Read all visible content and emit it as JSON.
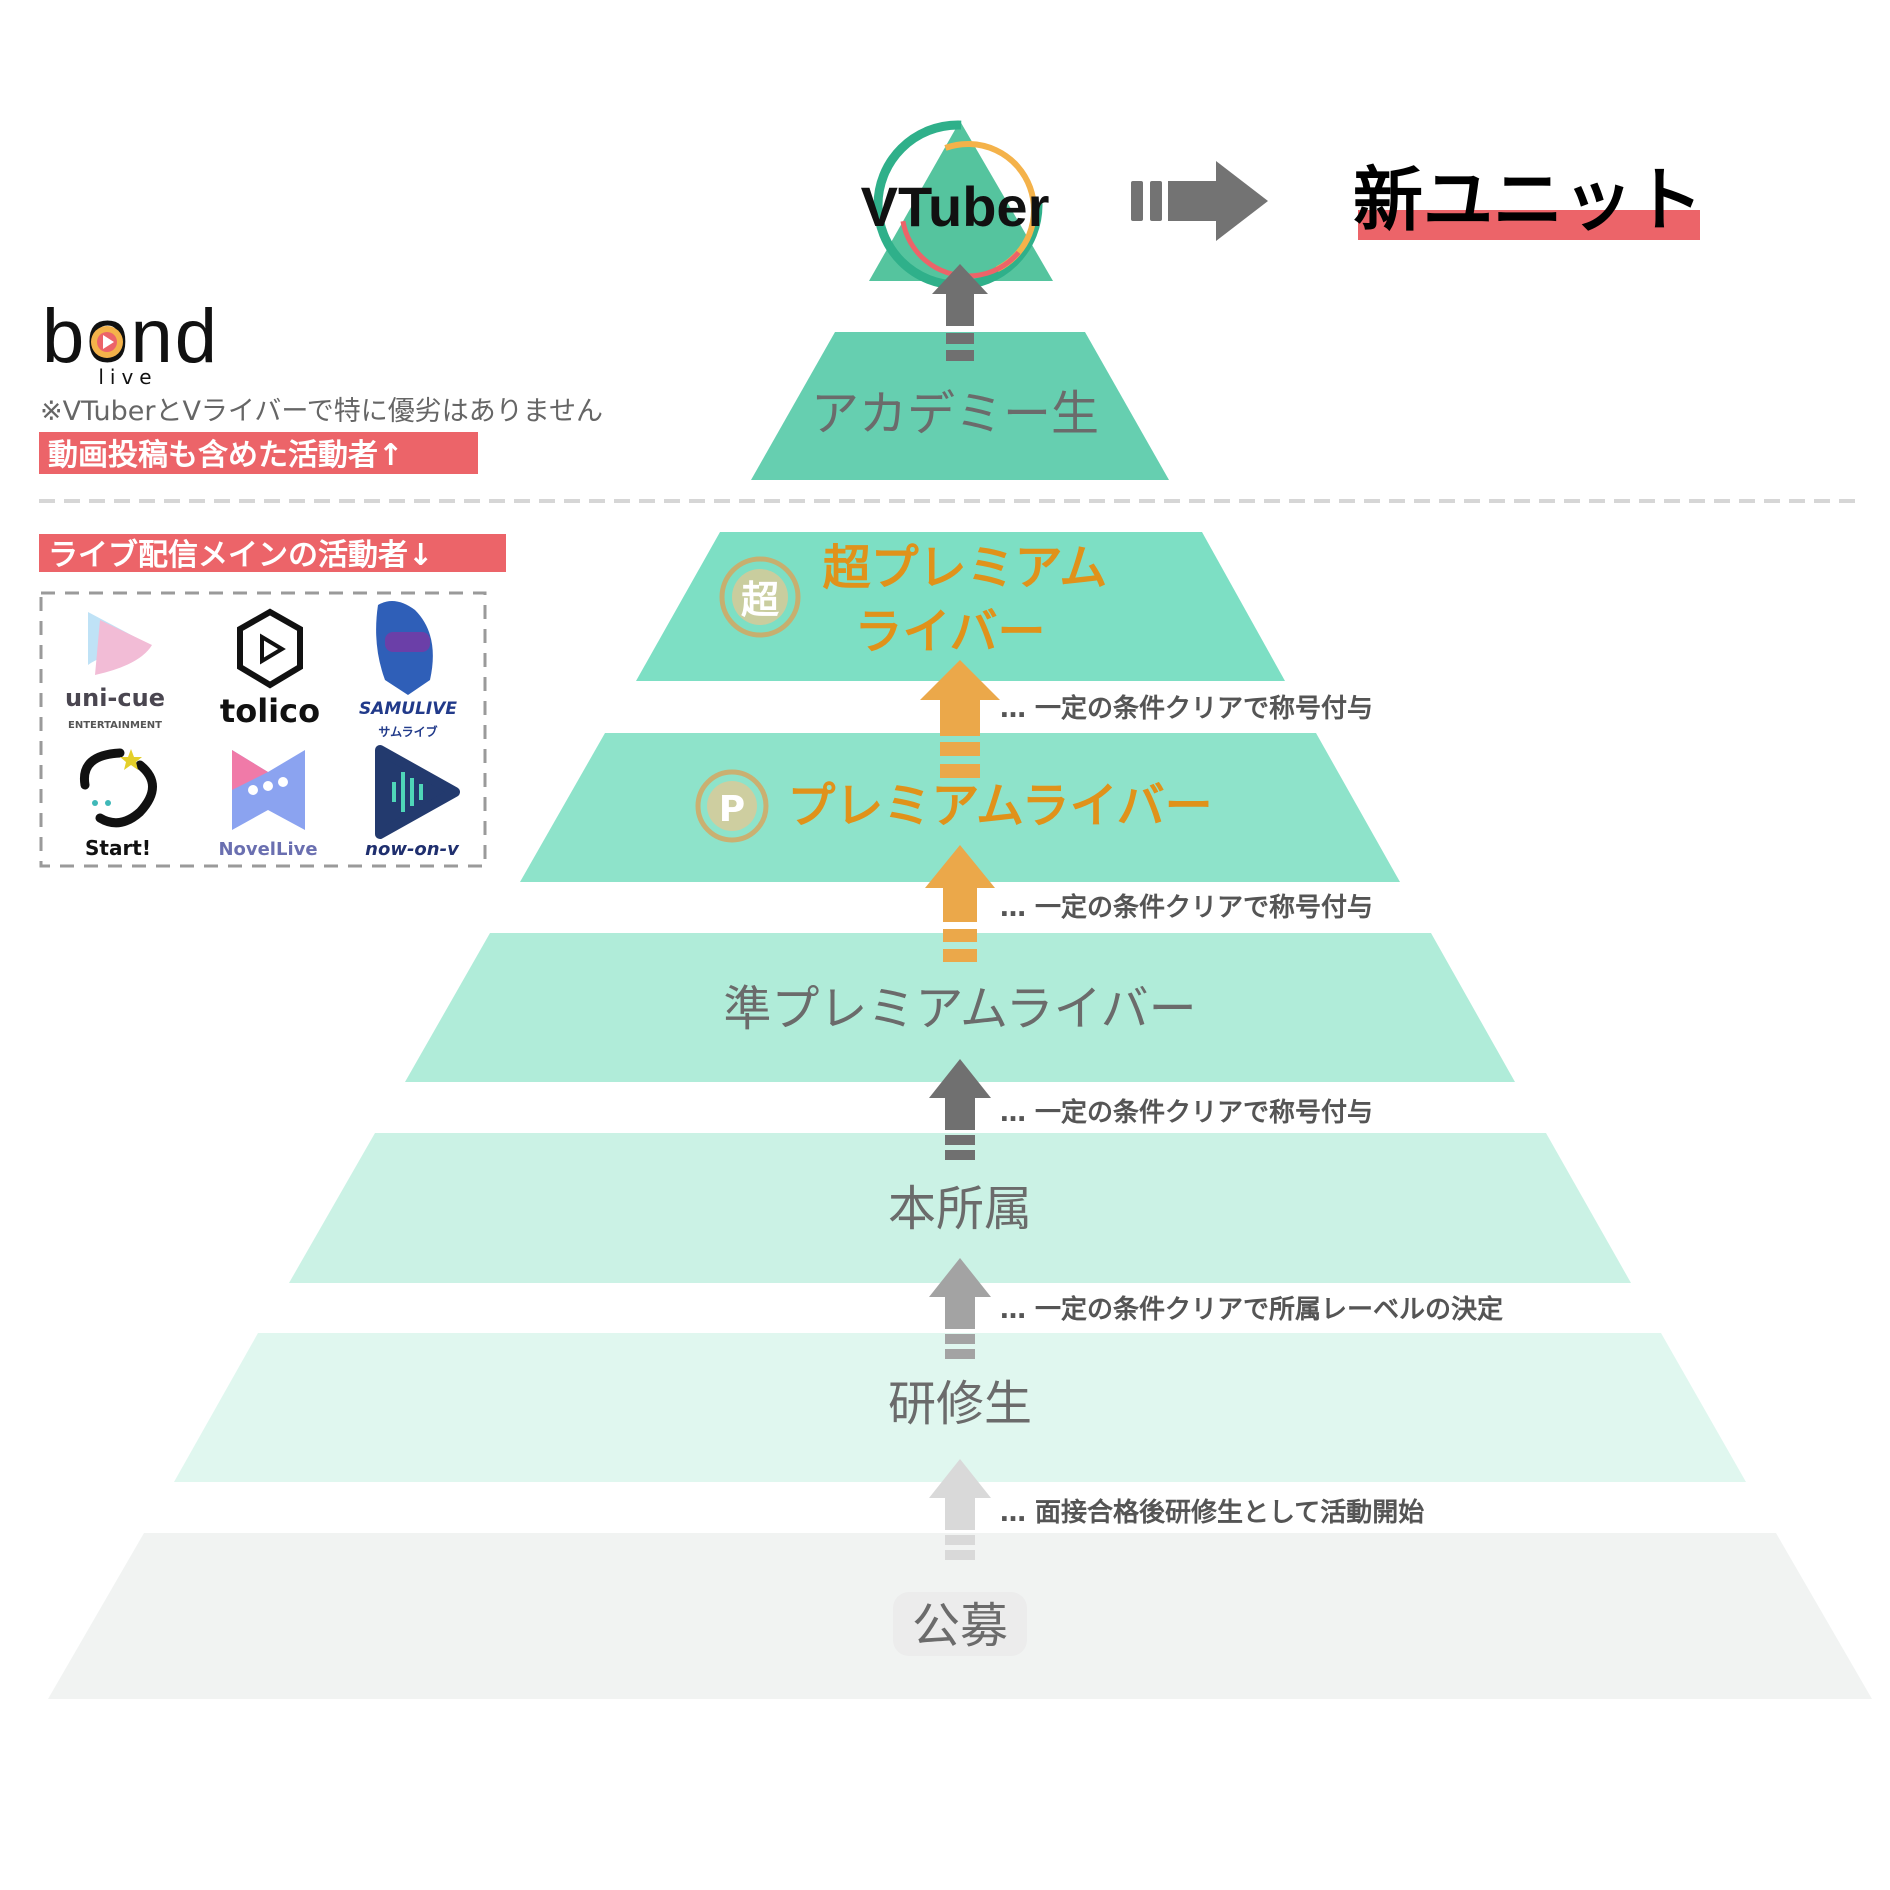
{
  "header": {
    "top_label": "VTuber",
    "new_unit": "新ユニット"
  },
  "left_panel": {
    "logo_main": "bond",
    "logo_sub": "live",
    "note": "※VTuberとVライバーで特に優劣はありません",
    "badge_upper": "動画投稿も含めた活動者↑",
    "badge_lower": "ライブ配信メインの活動者↓",
    "partner_logos": [
      {
        "name": "uni-cue",
        "sub": "ENTERTAINMENT"
      },
      {
        "name": "tolico"
      },
      {
        "name": "SAMULIVE",
        "sub": "サムライブ"
      },
      {
        "name": "Start!"
      },
      {
        "name": "NovelLive"
      },
      {
        "name": "now-on-v"
      }
    ]
  },
  "tiers": [
    {
      "label": "アカデミー生",
      "color": "#66cfb0"
    },
    {
      "label_line1": "超プレミアム",
      "label_line2": "ライバー",
      "emblem": "超",
      "color": "#7ddfc4"
    },
    {
      "label": "プレミアムライバー",
      "emblem": "P",
      "color": "#8ee3ca"
    },
    {
      "label": "準プレミアムライバー",
      "color": "#b0ecd9"
    },
    {
      "label": "本所属",
      "color": "#cbf2e5"
    },
    {
      "label": "研修生",
      "color": "#e0f7ef"
    },
    {
      "label": "公募",
      "color": "#f1f3f2"
    }
  ],
  "steps": [
    {
      "text": "… 一定の条件クリアで称号付与"
    },
    {
      "text": "… 一定の条件クリアで称号付与"
    },
    {
      "text": "… 一定の条件クリアで称号付与"
    },
    {
      "text": "… 一定の条件クリアで所属レーベルの決定"
    },
    {
      "text": "… 面接合格後研修生として活動開始"
    }
  ],
  "colors": {
    "accent_red": "#ec6469",
    "gold": "#e0921a",
    "arrow_orange": "#eba84a",
    "arrow_dark": "#707070",
    "arrow_mid": "#a3a3a3",
    "arrow_light": "#d9d9d9"
  }
}
